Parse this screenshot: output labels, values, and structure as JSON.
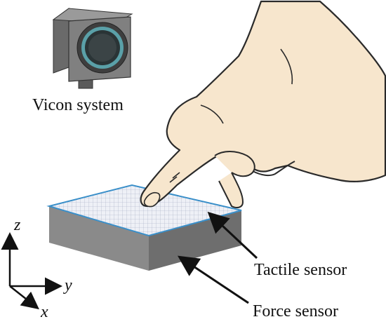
{
  "labels": {
    "camera": "Vicon system",
    "tactile": "Tactile sensor",
    "force": "Force sensor"
  },
  "axes": {
    "z": "z",
    "y": "y",
    "x": "x"
  },
  "colors": {
    "skin": "#f7e6cd",
    "skin_outline": "#2a2a2a",
    "sensor_top": "#eef0f6",
    "sensor_grid": "#9aa3bd",
    "sensor_edge": "#3a8fc9",
    "box_front": "#8a8a8a",
    "box_side": "#6e6e6e",
    "camera_body": "#7c7c7c",
    "camera_lens_ring": "#5aa0a8"
  },
  "icons": [
    "vicon-camera-icon",
    "hand-illustration"
  ]
}
